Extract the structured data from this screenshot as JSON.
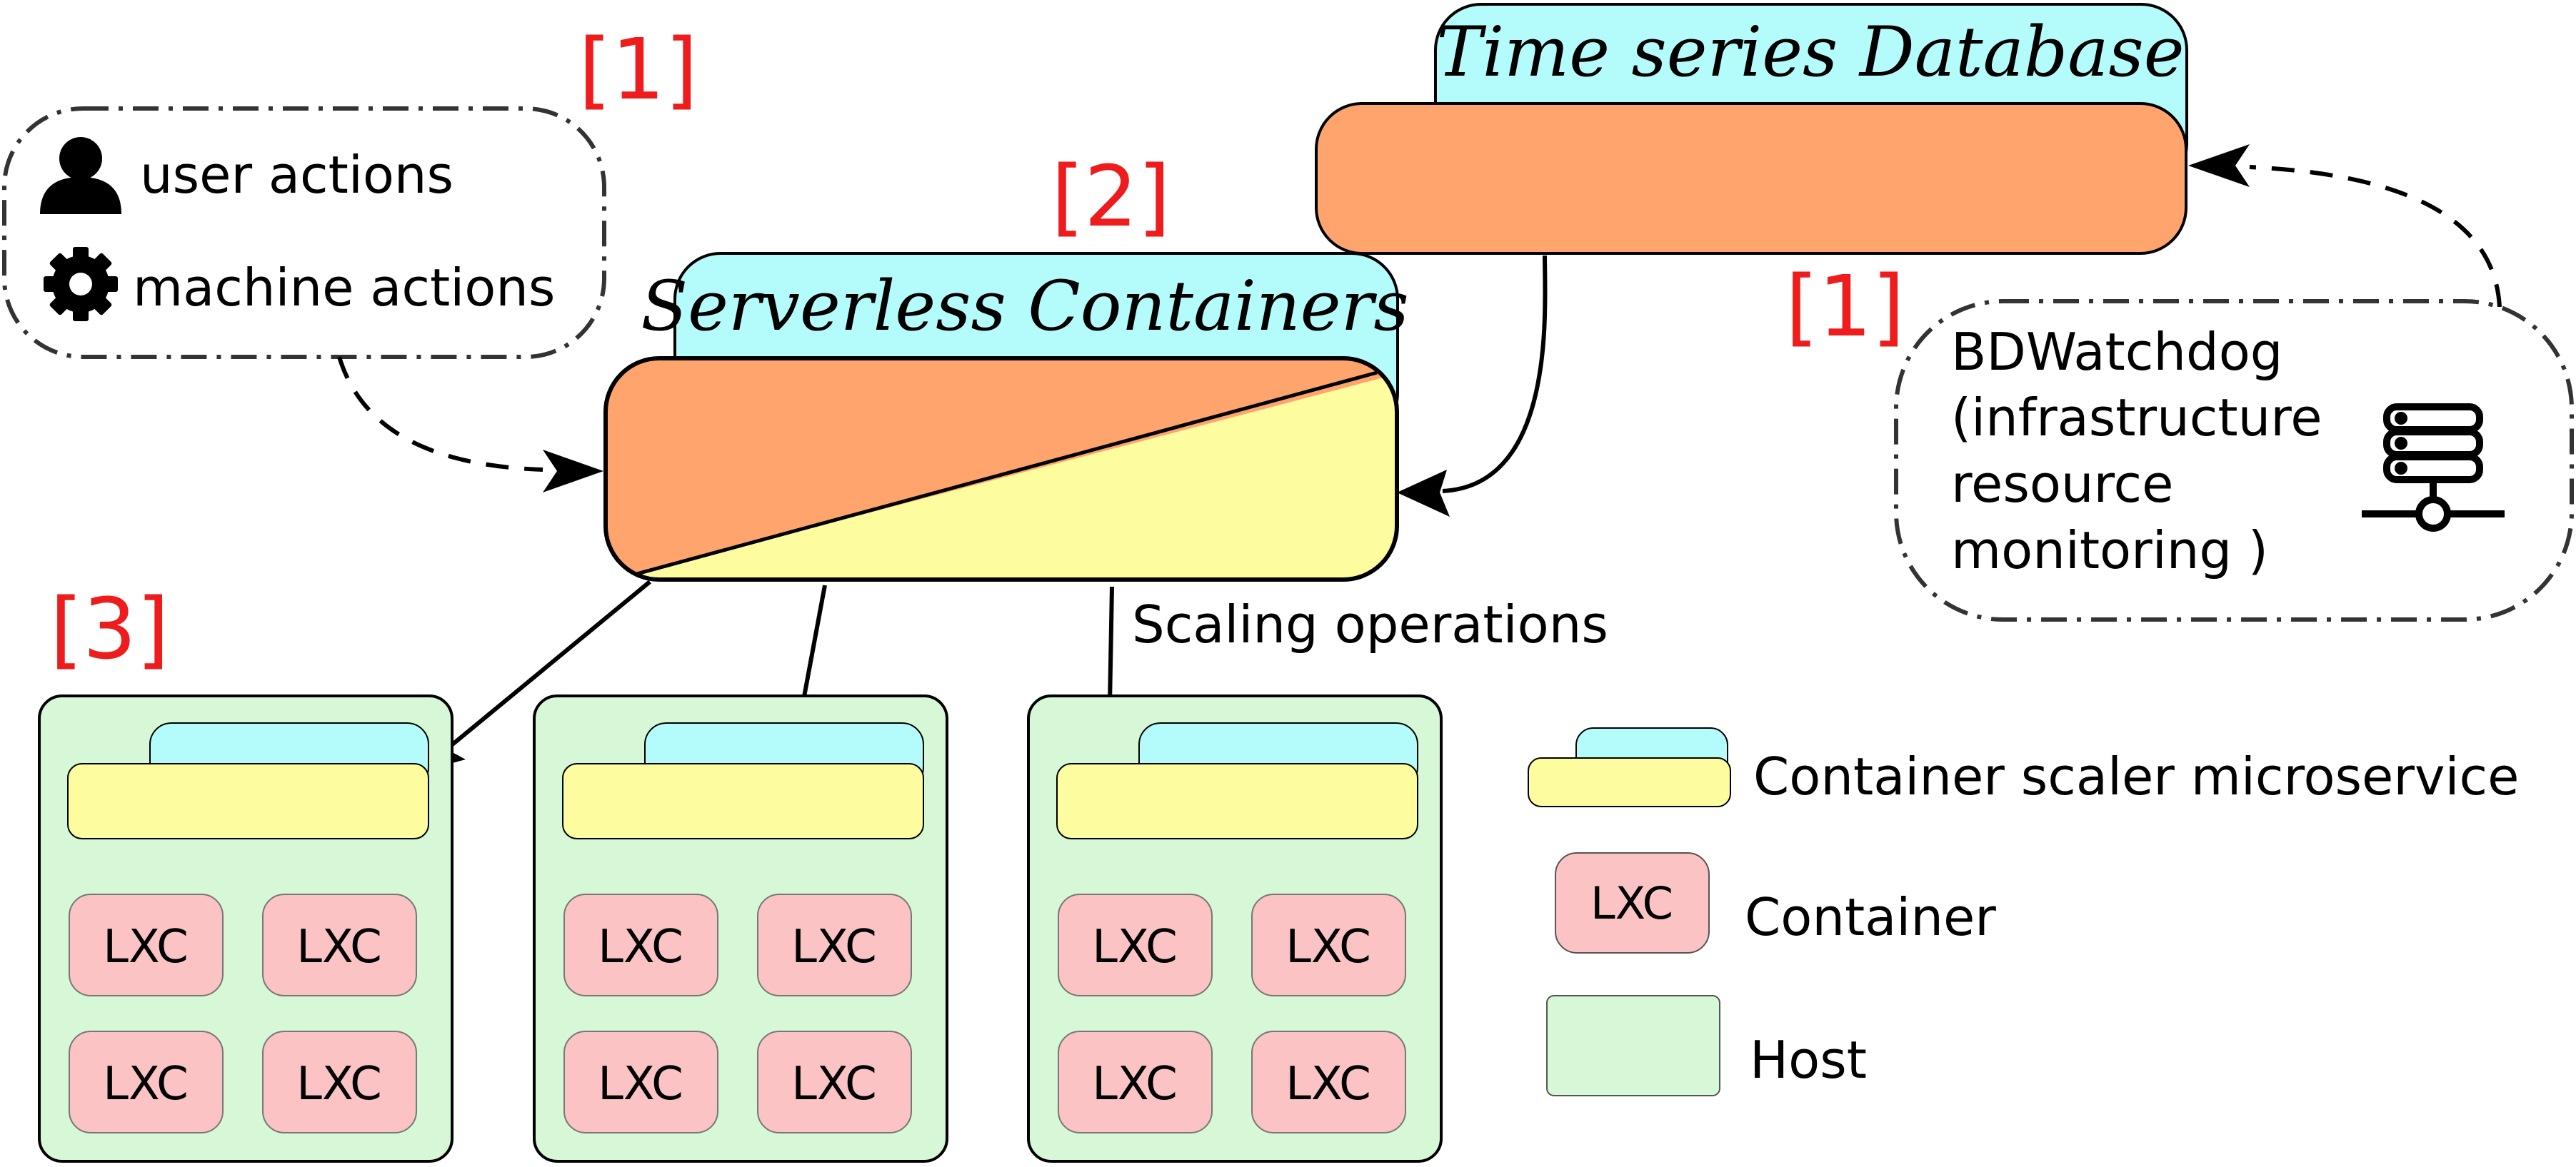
{
  "refs": {
    "actions": "[1]",
    "serverless": "[2]",
    "bdwatchdog": "[1]",
    "hosts": "[3]"
  },
  "actions_box": {
    "user": "user actions",
    "machine": "machine actions"
  },
  "serverless_title": "Serverless Containers",
  "tsdb_title": "Time series Database",
  "bdwatchdog": {
    "line1": "BDWatchdog",
    "line2": "(infrastructure",
    "line3": "resource",
    "line4": "monitoring )"
  },
  "scaling_label": "Scaling operations",
  "container_label": "LXC",
  "legend": {
    "scaler": "Container scaler microservice",
    "container": "Container",
    "host": "Host",
    "container_sample": "LXC"
  },
  "icons": {
    "user": "user-icon",
    "machine": "gear-icon",
    "server": "server-network-icon"
  },
  "colors": {
    "orange": "#ffa46c",
    "yellow": "#fdfc9f",
    "cyan": "#b3fcfb",
    "host_green": "#d6f8d6",
    "lxc_pink": "#fbc3c3",
    "ref_red": "#ee1c1c"
  }
}
